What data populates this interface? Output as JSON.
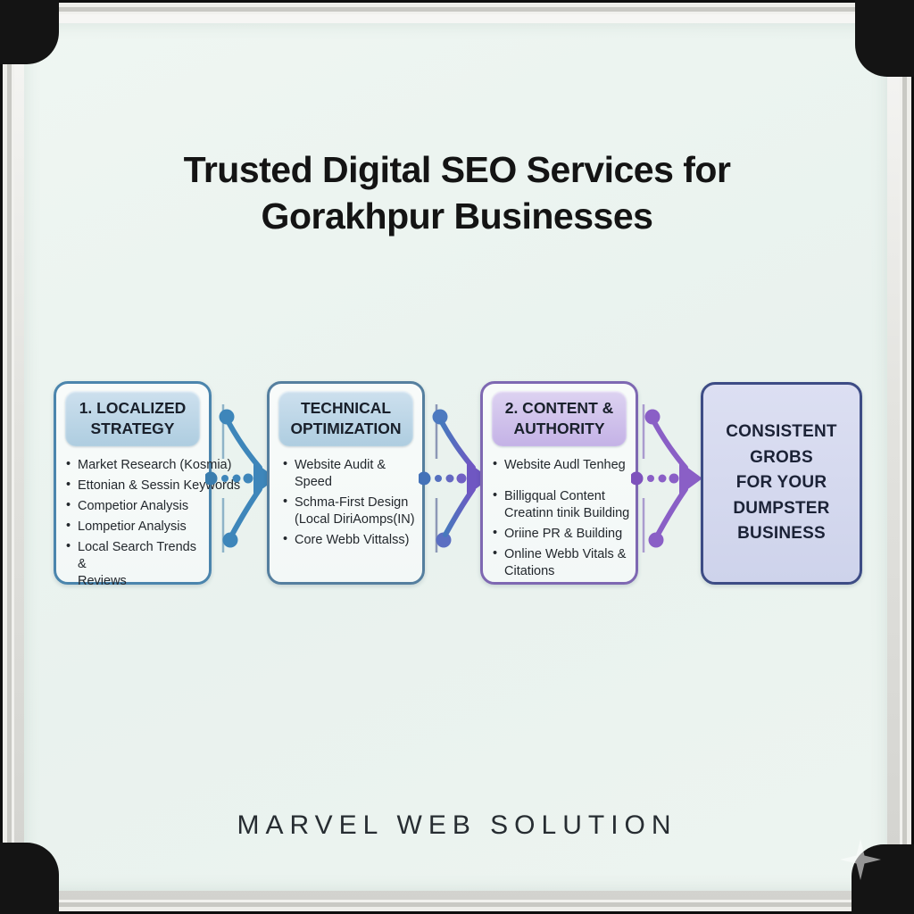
{
  "title": "Trusted Digital SEO Services for\nGorakhpur Businesses",
  "footer": {
    "brand": "MARVEL WEB SOLUTION"
  },
  "boxes": [
    {
      "id": "localized-strategy",
      "header": "1. LOCALIZED\nSTRATEGY",
      "items": [
        "Market Research (Kosmia)",
        "Ettonian & Sessin Keywords",
        "Competior Analysis",
        "Lompetior Analysis",
        "Local Search Trends &\nReviews"
      ]
    },
    {
      "id": "technical-optimization",
      "header": "TECHNICAL\nOPTIMIZATION",
      "items": [
        "Website Audit &\nSpeed",
        "Schma-First Design\n(Local DiriAomps(IN)",
        "Core Webb Vittalss)"
      ]
    },
    {
      "id": "content-authority",
      "header": "2. CONTENT &\nAUTHORITY",
      "items": [
        "Website Audl Tenheg",
        "Billigqual Content\nCreatinn tinik Building",
        "Oriine PR & Building",
        "Online Webb Vitals &\nCitations"
      ]
    },
    {
      "id": "result",
      "text": "CONSISTENT\nGROBS\nFOR YOUR\nDUMPSTER\nBUSINESS"
    }
  ],
  "colors": {
    "blue_accent": "#3e86ba",
    "blue_header_bg": "#aecde0",
    "purple_accent": "#8a5fc6",
    "purple_header_bg": "#c4b2e6",
    "result_border": "#3d4c85",
    "result_bg": "#d3d7ee",
    "board_surface": "#edf4f0",
    "title_text": "#141414"
  }
}
